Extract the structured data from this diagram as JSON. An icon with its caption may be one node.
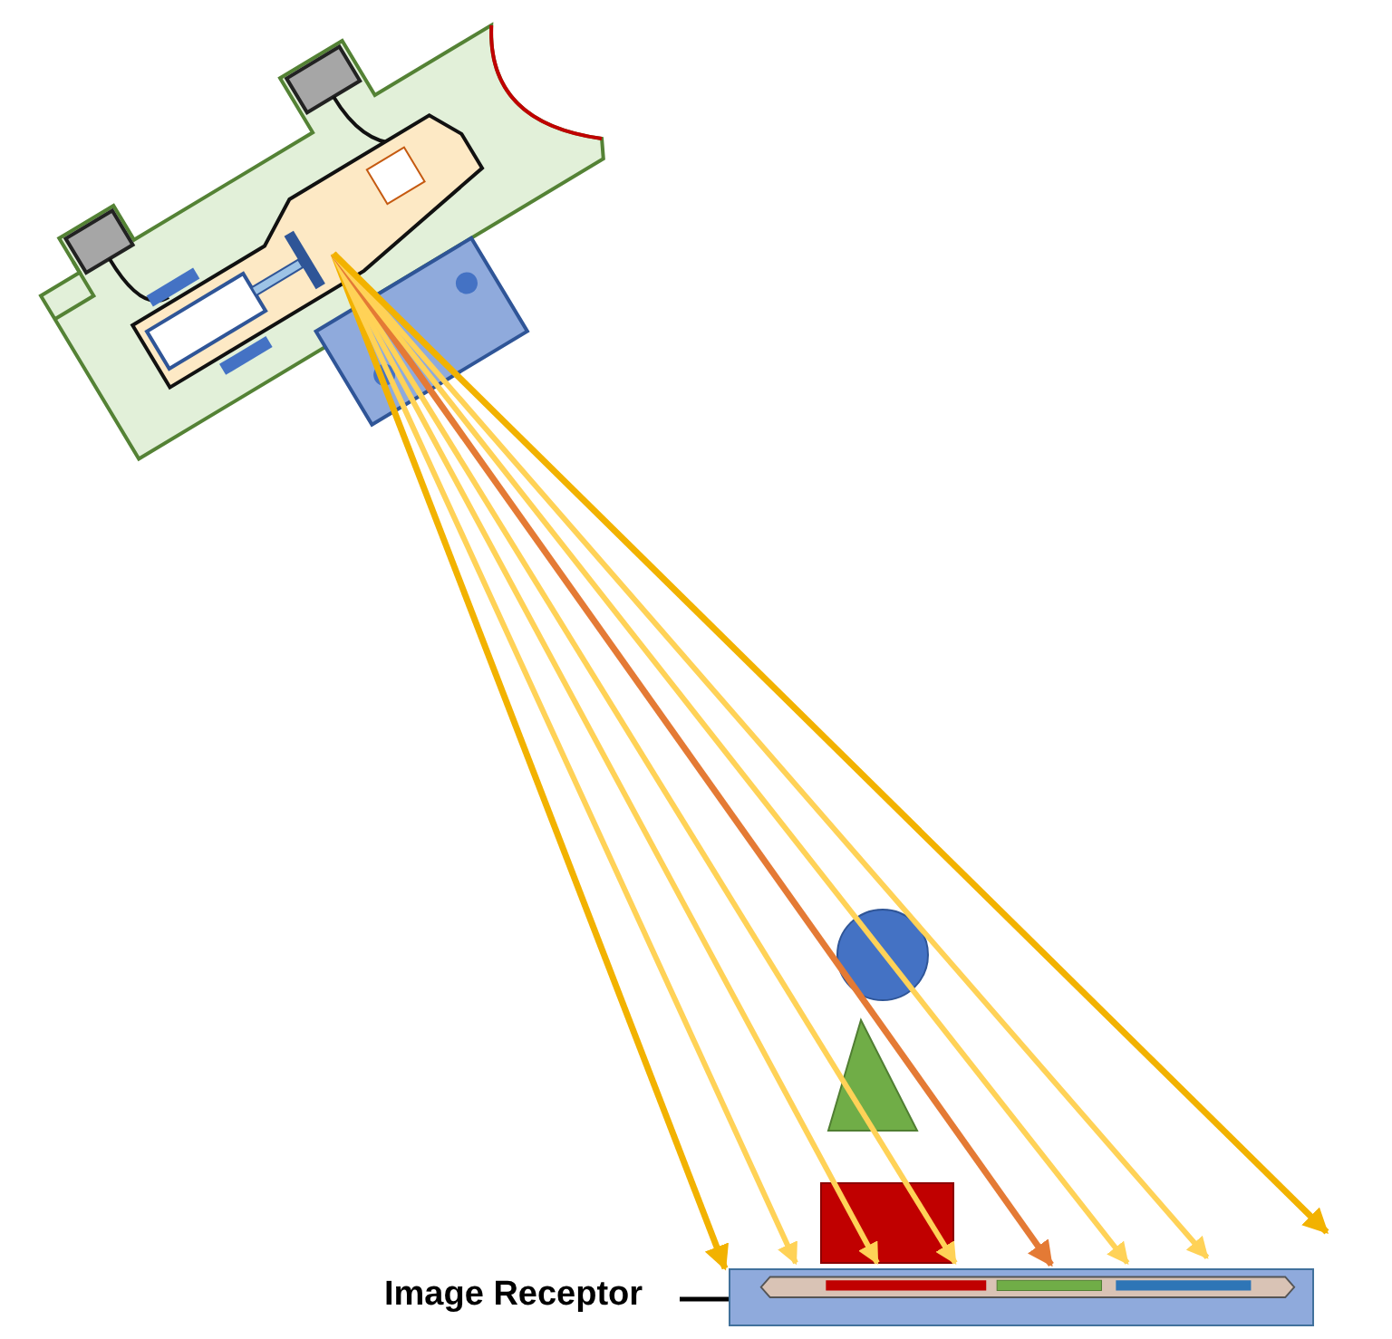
{
  "diagram": {
    "nodes": [
      {
        "text": [],
        "shape": "picture"
      },
      {
        "text": [],
        "shape": "bar"
      },
      {
        "text": [
          "Image Receptor"
        ]
      }
    ],
    "edges": [
      {
        "from": 0,
        "to": 1,
        "arrow": "to",
        "color": "#f2b200"
      },
      {
        "from": 0,
        "to": 1,
        "arrow": "to"
      },
      {
        "from": 0,
        "to": 1,
        "arrow": "to"
      },
      {
        "from": 0,
        "to": 1,
        "arrow": "to"
      },
      {
        "from": 0,
        "to": 1,
        "arrow": "to",
        "color": "#e47a35"
      },
      {
        "from": 0,
        "to": 1,
        "arrow": "to"
      },
      {
        "from": 0,
        "to": 1,
        "arrow": "to"
      },
      {
        "from": 0,
        "to": 1,
        "arrow": "to",
        "color": "#f2b200"
      },
      {
        "from": 2,
        "to": 1,
        "arrow": "none",
        "color": "#000000"
      }
    ]
  }
}
